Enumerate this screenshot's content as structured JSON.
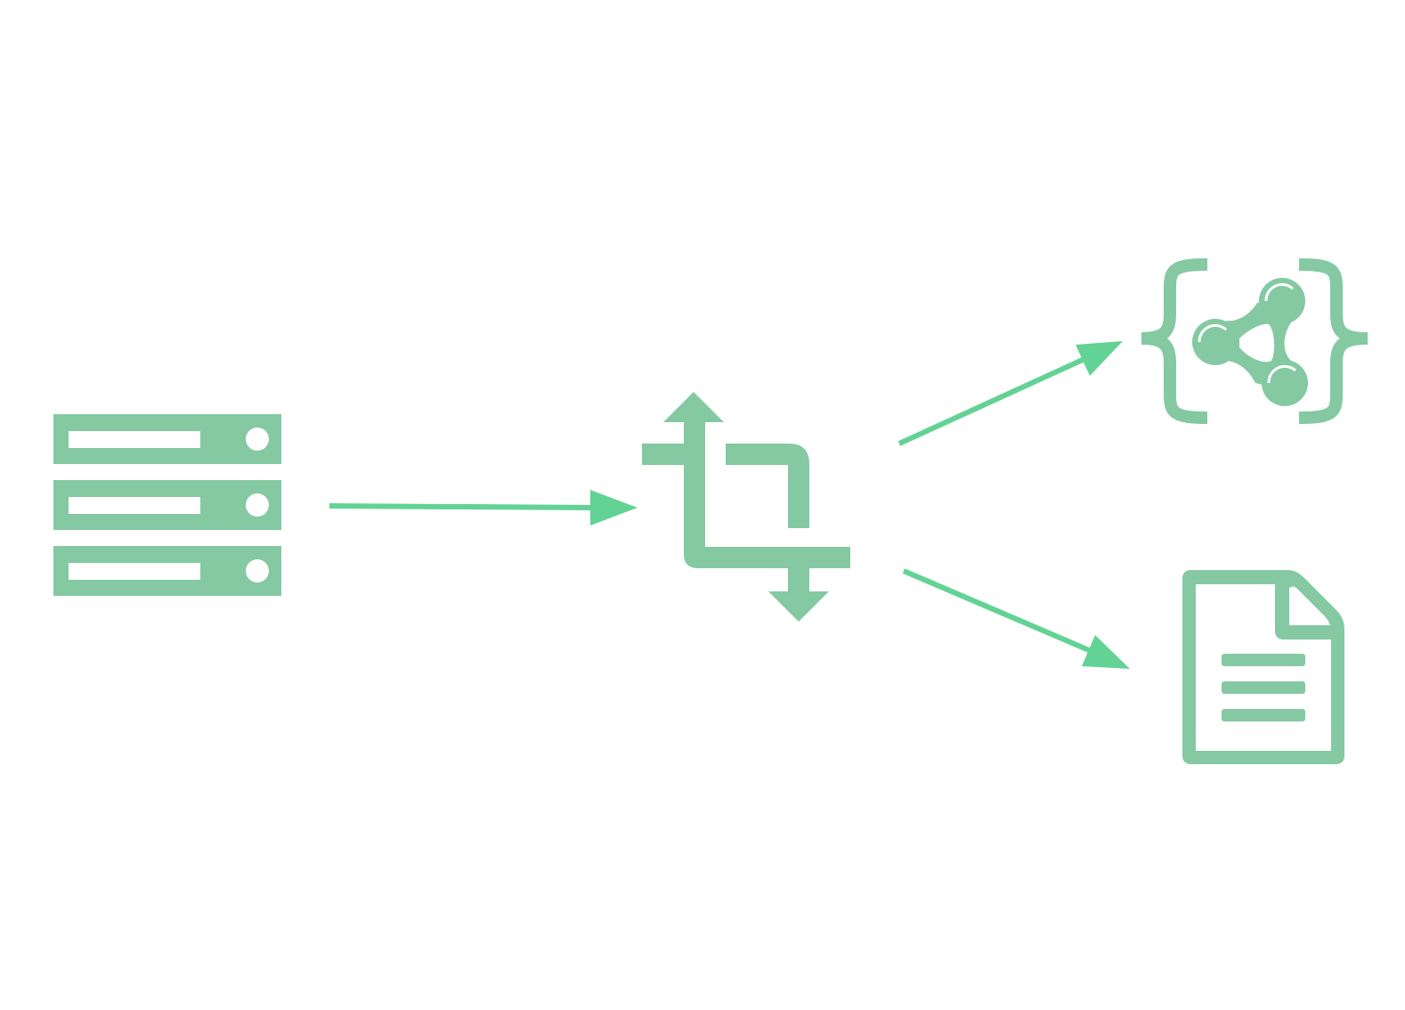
{
  "diagram": {
    "background": "#ffffff",
    "icon_color": "#84c9a2",
    "arrow_color": "#63d295",
    "nodes": [
      {
        "id": "server",
        "icon": "server-stack-icon"
      },
      {
        "id": "transform",
        "icon": "crop-transform-icon"
      },
      {
        "id": "jsonld",
        "icon": "json-ld-molecule-icon"
      },
      {
        "id": "document",
        "icon": "document-file-icon"
      }
    ],
    "edges": [
      {
        "from": "server",
        "to": "transform"
      },
      {
        "from": "transform",
        "to": "jsonld"
      },
      {
        "from": "transform",
        "to": "document"
      }
    ]
  }
}
